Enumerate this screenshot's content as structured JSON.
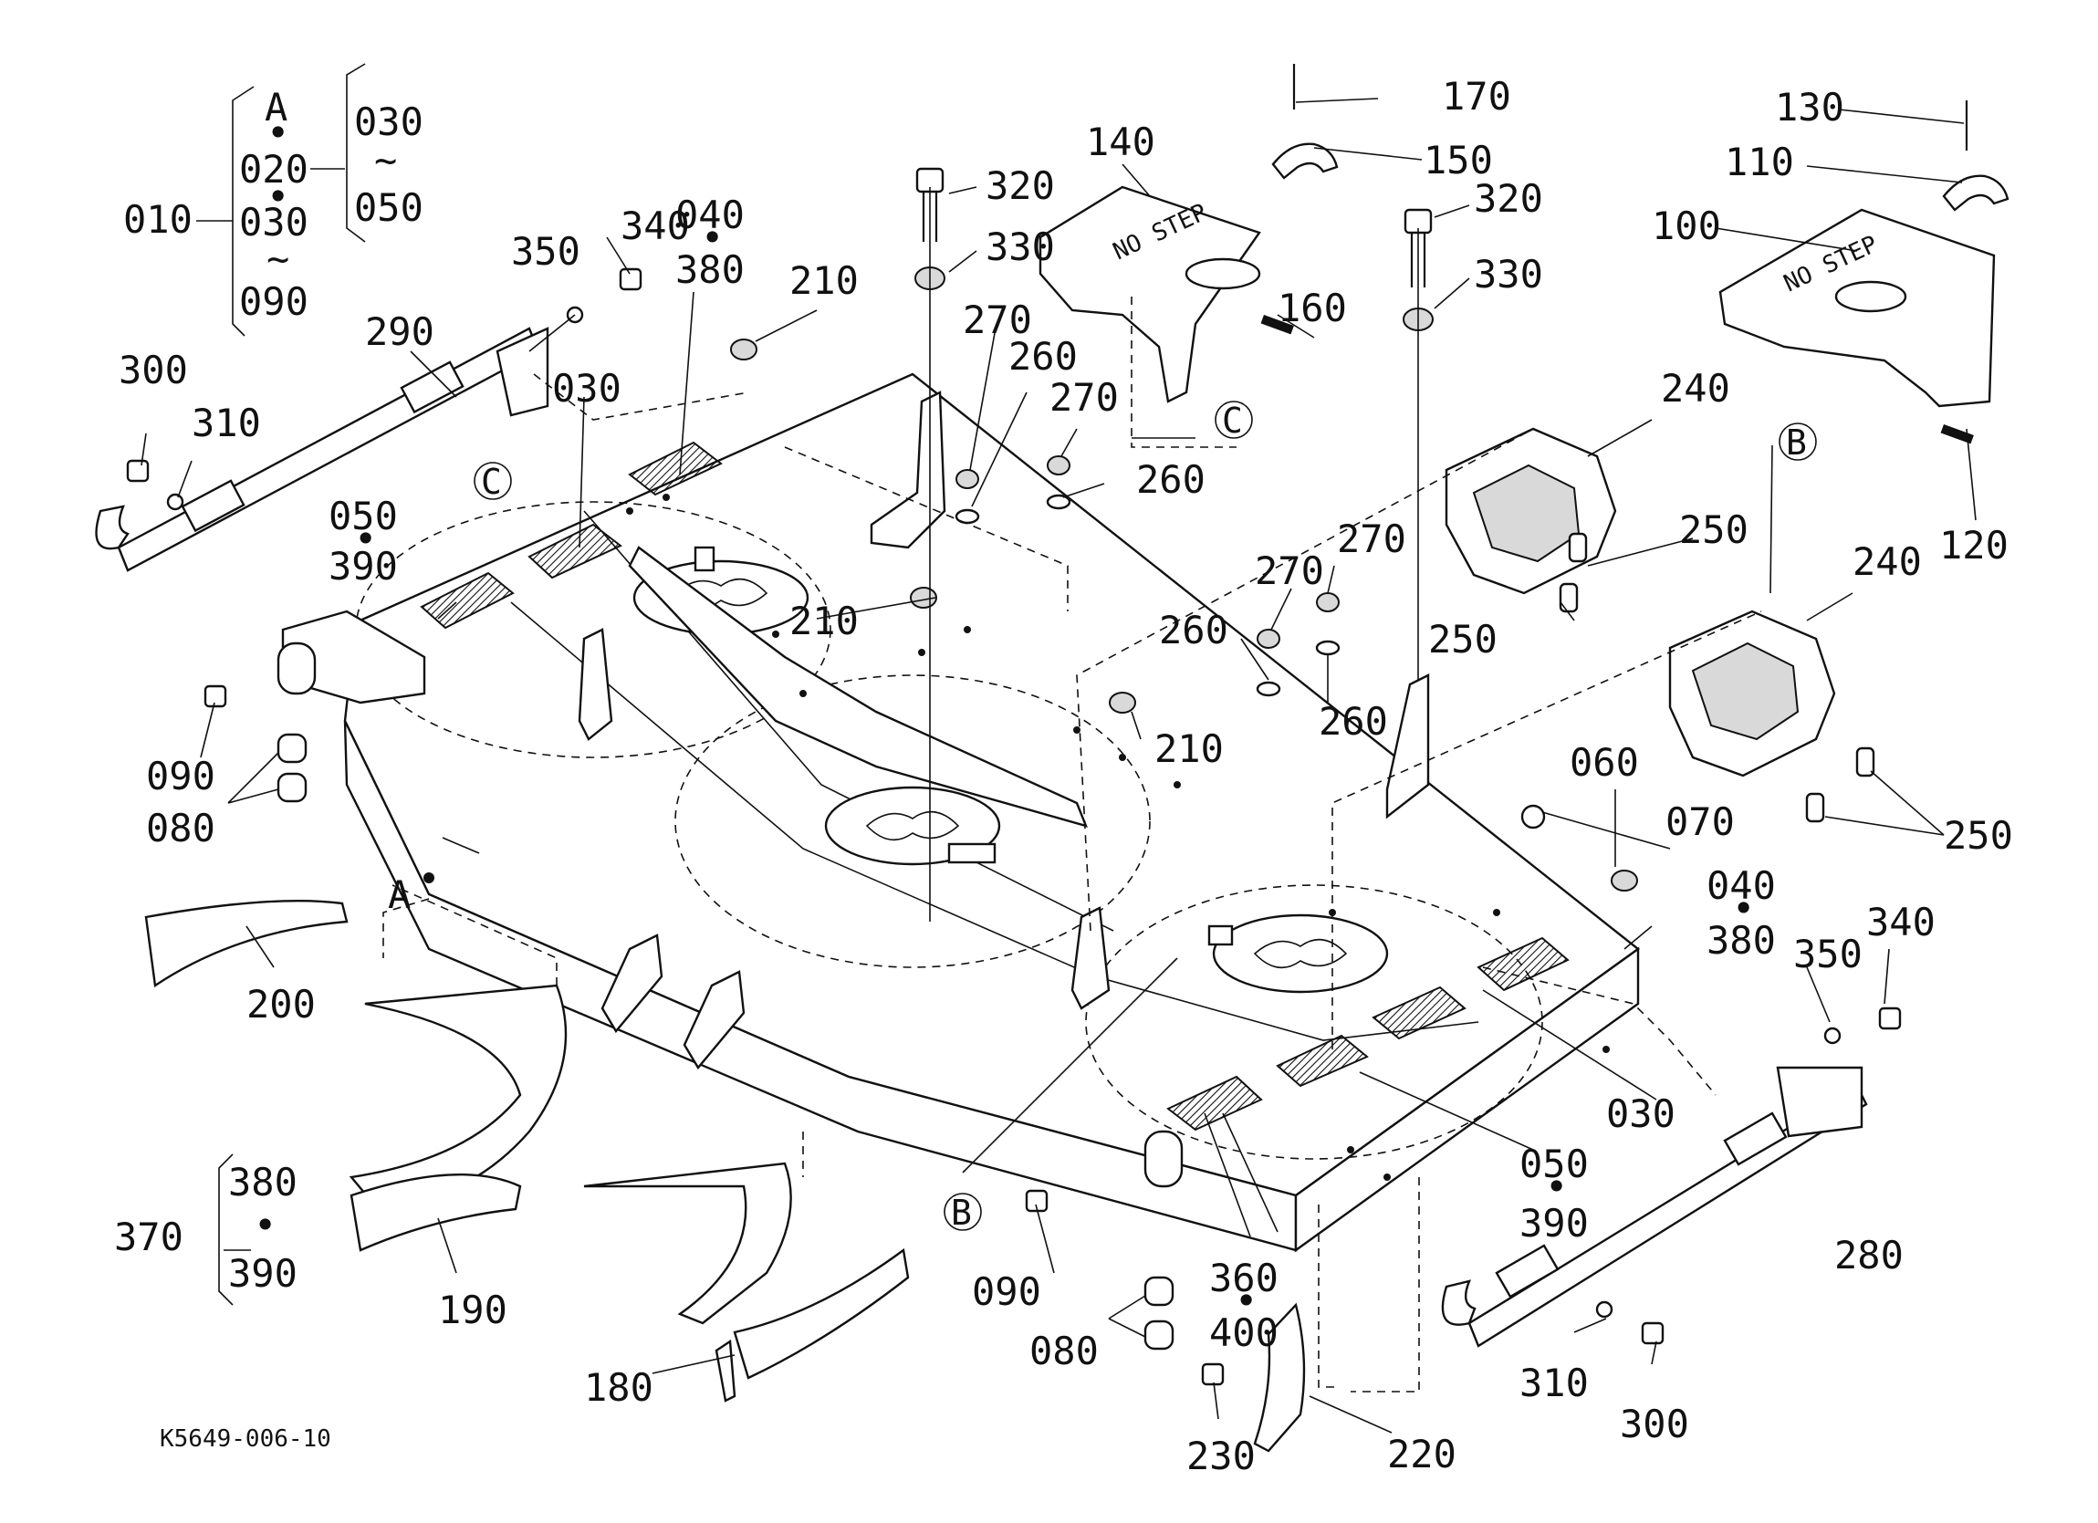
{
  "caption": "K5649-006-10",
  "letters": {
    "a": "A",
    "b": "B",
    "c": "C"
  },
  "dot": "•",
  "tilde": "~",
  "decal_text": "NO STEP",
  "callouts": {
    "p010": "010",
    "p020": "020",
    "p030": "030",
    "p040": "040",
    "p050": "050",
    "p060": "060",
    "p070": "070",
    "p080": "080",
    "p090": "090",
    "p100": "100",
    "p110": "110",
    "p120": "120",
    "p130": "130",
    "p140": "140",
    "p150": "150",
    "p160": "160",
    "p170": "170",
    "p180": "180",
    "p190": "190",
    "p200": "200",
    "p210": "210",
    "p220": "220",
    "p230": "230",
    "p240": "240",
    "p250": "250",
    "p260": "260",
    "p270": "270",
    "p280": "280",
    "p290": "290",
    "p300": "300",
    "p310": "310",
    "p320": "320",
    "p330": "330",
    "p340": "340",
    "p350": "350",
    "p360": "360",
    "p370": "370",
    "p380": "380",
    "p390": "390",
    "p400": "400"
  }
}
